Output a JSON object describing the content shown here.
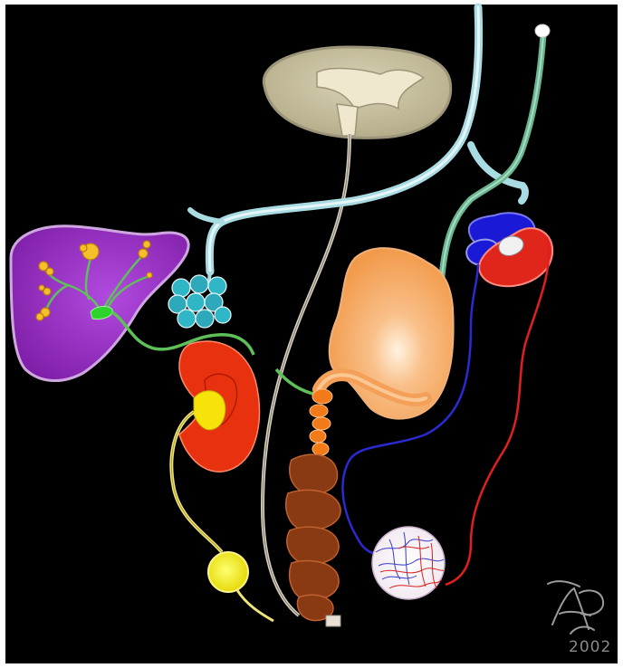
{
  "diagram": {
    "background": "#000000",
    "frame": "#ffffff",
    "colors": {
      "liver": "#9a2fc7",
      "kidney": "#e8320f",
      "kidney_pelvis": "#f5e30a",
      "bladder": "#f2ee12",
      "stomach": "#f7a55a",
      "pancreas": "#2fb6c7",
      "intestine": "#8a3a12",
      "duodenum": "#f27a18",
      "heart_blue": "#1a1ad6",
      "heart_red": "#e0261a",
      "artery": "#e02020",
      "vein": "#2a2ad0",
      "bile": "#4cc04c",
      "brain": "#cfc6a3",
      "spinal": "#bfe3ea",
      "lung_duct": "#7ec7a0"
    },
    "organs": [
      "brain",
      "spinal-cord",
      "liver",
      "gallbladder",
      "pancreas",
      "kidney",
      "ureter",
      "bladder",
      "stomach",
      "duodenum",
      "intestine",
      "heart",
      "lung-capillary-bed",
      "esophagus"
    ]
  },
  "signature": {
    "year": "2002"
  }
}
